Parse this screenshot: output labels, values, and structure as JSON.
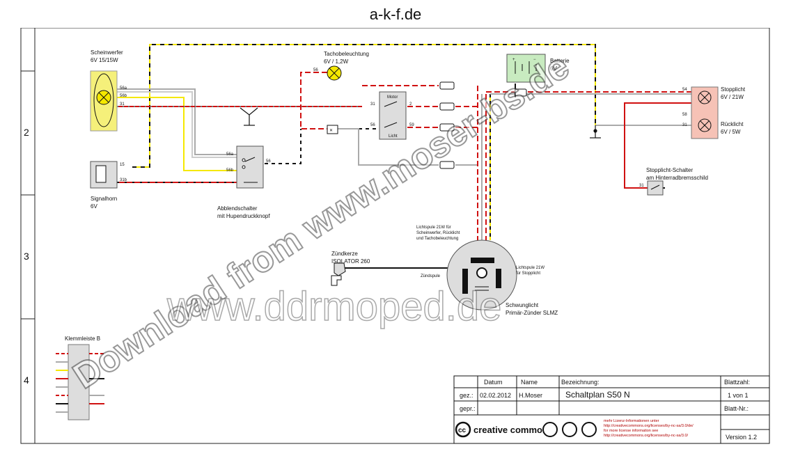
{
  "browser": {
    "url": "a-k-f.de"
  },
  "rows": [
    "2",
    "3",
    "4"
  ],
  "components": {
    "scheinwerfer": {
      "name": "Scheinwerfer",
      "spec": "6V 15/15W"
    },
    "tacho": {
      "name": "Tachobeleuchtung",
      "spec": "6V / 1,2W"
    },
    "batterie": {
      "name": "Batterie",
      "spec": "6V"
    },
    "stopplicht": {
      "name": "Stopplicht",
      "spec": "6V / 21W"
    },
    "ruecklicht": {
      "name": "Rücklicht",
      "spec": "6V / 5W"
    },
    "signalhorn": {
      "name": "Signalhorn",
      "spec": "6V"
    },
    "abblend": {
      "name": "Abblendschalter",
      "spec": "mit Hupendruckknopf"
    },
    "motor": "Motor",
    "licht": "Licht",
    "stoppschalter": {
      "name": "Stopplicht-Schalter",
      "spec": "am Hinterradbremsschild"
    },
    "lichtspule_a": {
      "line1": "Lichtspule 21W für",
      "line2": "Scheinwerfer, Rücklicht",
      "line3": "und Tachobeleuchtung"
    },
    "lichtspule_b": {
      "line1": "Lichtspule 21W",
      "line2": "für Stopplicht"
    },
    "zuendkerze": {
      "name": "Zündkerze",
      "spec": "ISOLATOR 260"
    },
    "zuendspule": "Zündspule",
    "schwungzuender": {
      "name": "Schwunglicht",
      "spec": "Primär-Zünder SLMZ"
    },
    "klemmleiste": "Klemmleiste B"
  },
  "pins": {
    "p56a": "56a",
    "p56b": "56b",
    "p31": "31",
    "p15": "15",
    "p31b": "31b",
    "p56": "56",
    "p2": "2",
    "p59": "59",
    "p54": "54",
    "p58": "58"
  },
  "watermark": {
    "line1": "Download from www.moser-bs.de",
    "line2": "www.ddrmoped.de"
  },
  "titleblock": {
    "datum_h": "Datum",
    "name_h": "Name",
    "bez_h": "Bezeichnung:",
    "gez": "gez.:",
    "gez_date": "02.02.2012",
    "gez_name": "H.Moser",
    "gepr": "gepr.:",
    "title": "Schaltplan S50 N",
    "blattzahl_h": "Blattzahl:",
    "blattzahl": "1 von 1",
    "blattnr_h": "Blatt-Nr.:",
    "version": "Version 1.2",
    "cc_logo": "creative commons",
    "cc_line1": "mehr Lizenz-Informationen unter",
    "cc_line2": "http://creativecommons.org/licenses/by-nc-sa/3.0/de/",
    "cc_line3": "for more license information see",
    "cc_line4": "http://creativecommons.org/licenses/by-nc-sa/3.0/"
  },
  "colors": {
    "yellow": "#f5e800",
    "red": "#d01010",
    "grey": "#aaaaaa",
    "black": "#111111",
    "lamp_red": "#f6c2b6",
    "battery_green": "#c8ebc0"
  }
}
